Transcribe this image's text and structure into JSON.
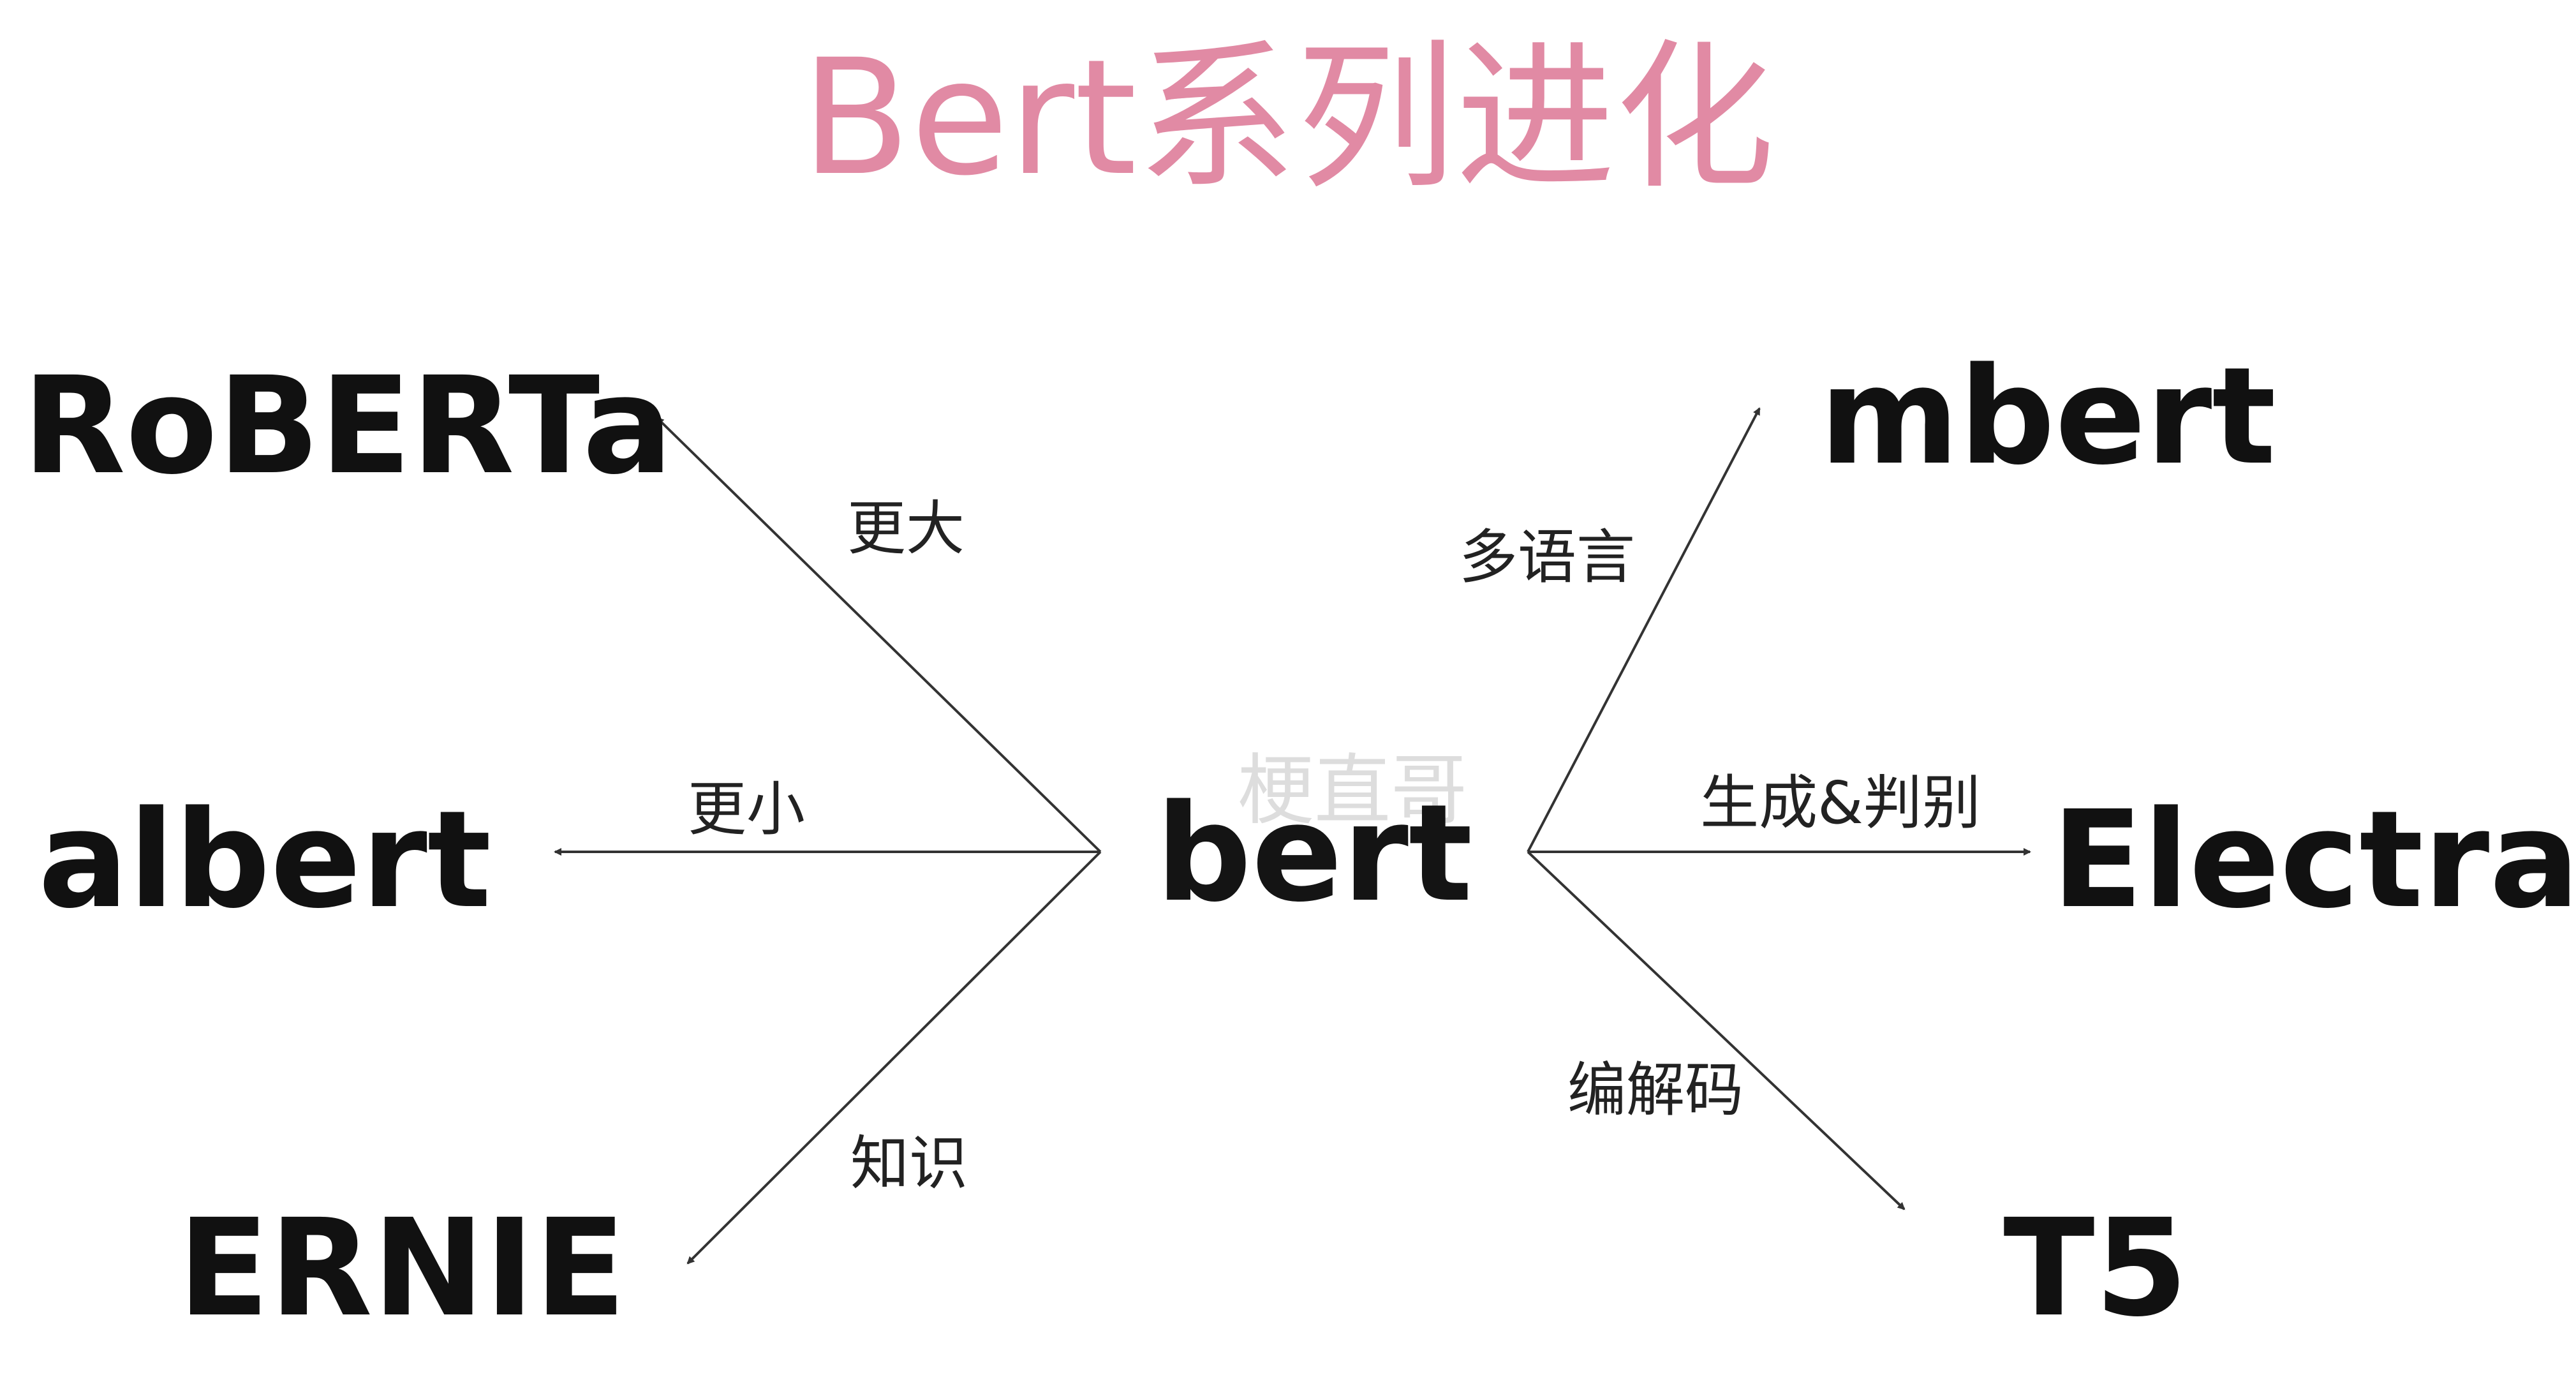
{
  "title": "Bert系列进化",
  "watermark": "梗直哥",
  "center": {
    "label": "bert"
  },
  "branches": [
    {
      "target": "RoBERTa",
      "edge_label": "更大"
    },
    {
      "target": "albert",
      "edge_label": "更小"
    },
    {
      "target": "ERNIE",
      "edge_label": "知识"
    },
    {
      "target": "mbert",
      "edge_label": "多语言"
    },
    {
      "target": "Electra",
      "edge_label": "生成&判别"
    },
    {
      "target": "T5",
      "edge_label": "编解码"
    }
  ]
}
